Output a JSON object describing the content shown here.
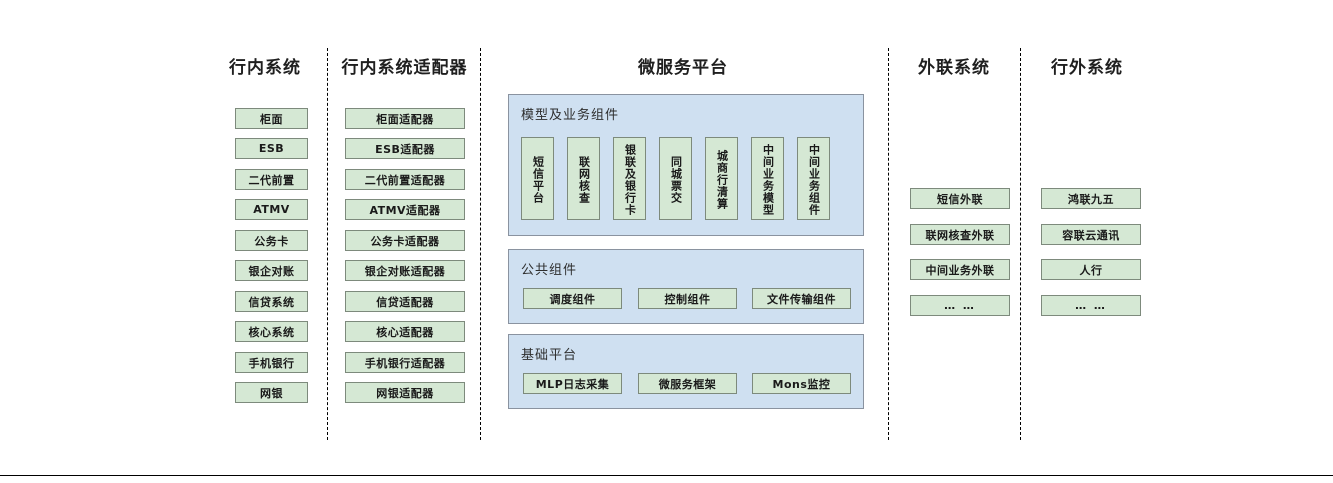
{
  "diagram": {
    "title": "微服务平台",
    "columns": [
      {
        "id": "inbank",
        "header": "行内系统"
      },
      {
        "id": "adapter",
        "header": "行内系统适配器"
      },
      {
        "id": "platform",
        "header": "微服务平台"
      },
      {
        "id": "external",
        "header": "外联系统"
      },
      {
        "id": "outbank",
        "header": "行外系统"
      }
    ],
    "inbank_systems": [
      "柜面",
      "ESB",
      "二代前置",
      "ATMV",
      "公务卡",
      "银企对账",
      "信贷系统",
      "核心系统",
      "手机银行",
      "网银"
    ],
    "adapters": [
      "柜面适配器",
      "ESB适配器",
      "二代前置适配器",
      "ATMV适配器",
      "公务卡适配器",
      "银企对账适配器",
      "信贷适配器",
      "核心适配器",
      "手机银行适配器",
      "网银适配器"
    ],
    "platform": {
      "groups": [
        {
          "id": "model-business",
          "title": "模型及业务组件",
          "orientation": "vertical",
          "items": [
            "短信平台",
            "联网核查",
            "银联及银行卡",
            "同城票交",
            "城商行清算",
            "中间业务模型",
            "中间业务组件"
          ]
        },
        {
          "id": "public-components",
          "title": "公共组件",
          "orientation": "horizontal",
          "items": [
            "调度组件",
            "控制组件",
            "文件传输组件"
          ]
        },
        {
          "id": "base-platform",
          "title": "基础平台",
          "orientation": "horizontal",
          "items": [
            "MLP日志采集",
            "微服务框架",
            "Mons监控"
          ]
        }
      ]
    },
    "external_systems": [
      "短信外联",
      "联网核查外联",
      "中间业务外联",
      "… …"
    ],
    "outbank_systems": [
      "鸿联九五",
      "容联云通讯",
      "人行",
      "… …"
    ],
    "colors": {
      "node_fill": "#d5e8d4",
      "node_border": "#7d8a7c",
      "panel_fill": "#cfe0f1",
      "panel_border": "#8a93a0",
      "text": "#1a1a1a",
      "separator": "#000000",
      "background": "#ffffff"
    }
  }
}
